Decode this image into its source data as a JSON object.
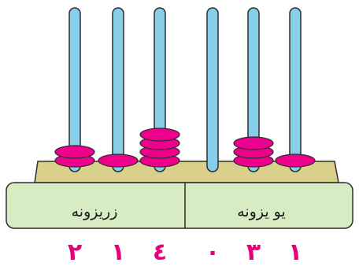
{
  "colors": {
    "rod_fill": "#87cfe9",
    "rod_stroke": "#2e2e2e",
    "bead_fill": "#ec008c",
    "bead_stroke": "#2e2e2e",
    "base_fill": "#d9d08c",
    "label_fill": "#d7ecc3",
    "digit": "#e8007a"
  },
  "labels": {
    "thousands": "زریزونه",
    "ones": "یو یزونه"
  },
  "rods": [
    {
      "beads": 2,
      "digit": "۲"
    },
    {
      "beads": 1,
      "digit": "۱"
    },
    {
      "beads": 4,
      "digit": "٤"
    },
    {
      "beads": 0,
      "digit": "۰"
    },
    {
      "beads": 3,
      "digit": "۳"
    },
    {
      "beads": 1,
      "digit": "۱"
    }
  ]
}
